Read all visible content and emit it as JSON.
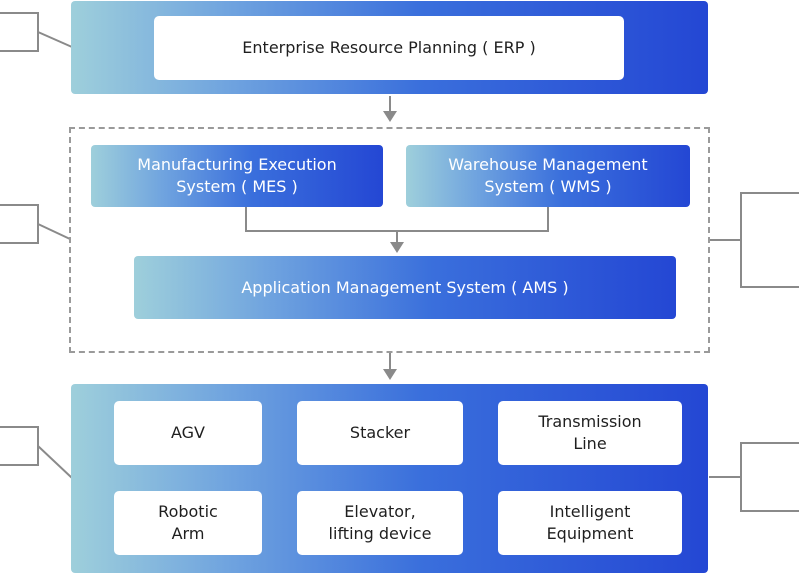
{
  "erp": {
    "label": "Enterprise Resource Planning ( ERP )"
  },
  "middle": {
    "mes": "Manufacturing Execution\nSystem ( MES )",
    "wms": "Warehouse Management\nSystem ( WMS )",
    "ams": "Application Management System ( AMS )"
  },
  "equipment": {
    "agv": "AGV",
    "stacker": "Stacker",
    "transmission": "Transmission\nLine",
    "robotic_arm": "Robotic\nArm",
    "elevator": "Elevator,\nlifting device",
    "intelligent": "Intelligent\nEquipment"
  },
  "colors": {
    "gradient_start": "#9ecfdb",
    "gradient_end": "#2447d4",
    "connector": "#8a8a8a"
  }
}
